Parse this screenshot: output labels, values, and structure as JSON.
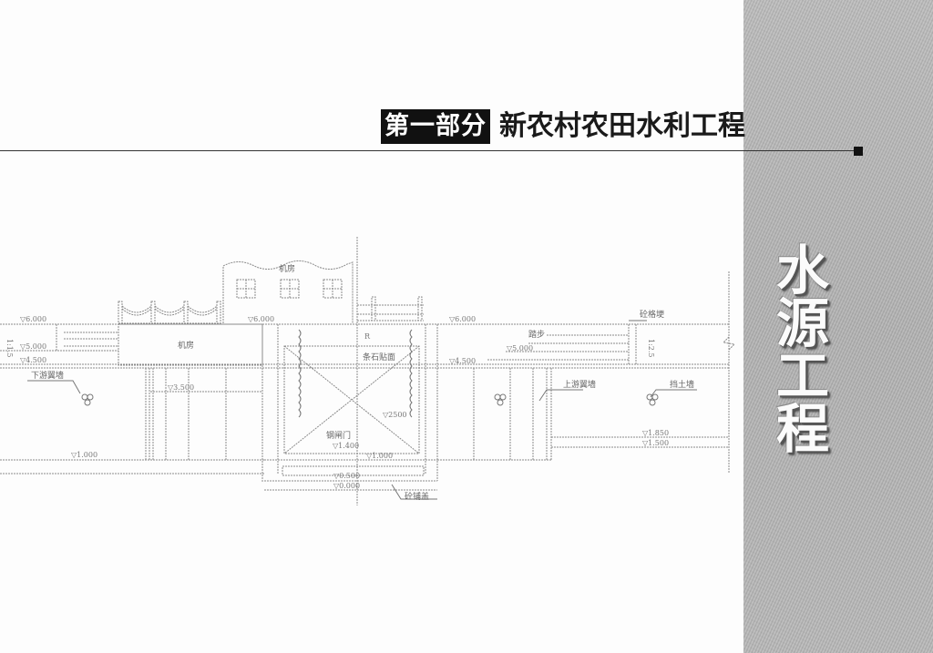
{
  "header": {
    "part_label": "第一部分",
    "title": "新农村农田水利工程"
  },
  "side": {
    "vertical_title_chars": [
      "水",
      "源",
      "工",
      "程"
    ],
    "vertical_title": "水源工程",
    "band_color": "#b2b2b2"
  },
  "drawing": {
    "labels": {
      "machine_room_top": "机房",
      "machine_room": "机房",
      "downstream_wing_wall": "下游翼墙",
      "stone_masonry": "条石贴面",
      "steel_gate": "钢闸门",
      "concrete_cushion": "砼铺盖",
      "steps": "踏步",
      "concrete_coping": "砼格埂",
      "upstream_wing_wall": "上游翼墙",
      "retaining_wall": "挡土墙",
      "slope_left": "1:1.5",
      "slope_right": "1:2.5"
    },
    "elevations": {
      "left_top": "▽6.000",
      "left_mid": "▽5.000",
      "left_low": "▽4.500",
      "left_machine_floor": "▽3.500",
      "left_bottom": "▽1.000",
      "center_top": "▽6.000",
      "gate_2500": "▽2500",
      "gate_sill": "▽1.400",
      "gate_bottom": "▽1.000",
      "base_1": "▽0.500",
      "base_2": "▽0.000",
      "right_top": "▽6.000",
      "right_steps": "▽5.000",
      "right_low": "▽4.500",
      "right_floor_1": "▽1.850",
      "right_floor_2": "▽1.500"
    },
    "dimension": "R"
  }
}
